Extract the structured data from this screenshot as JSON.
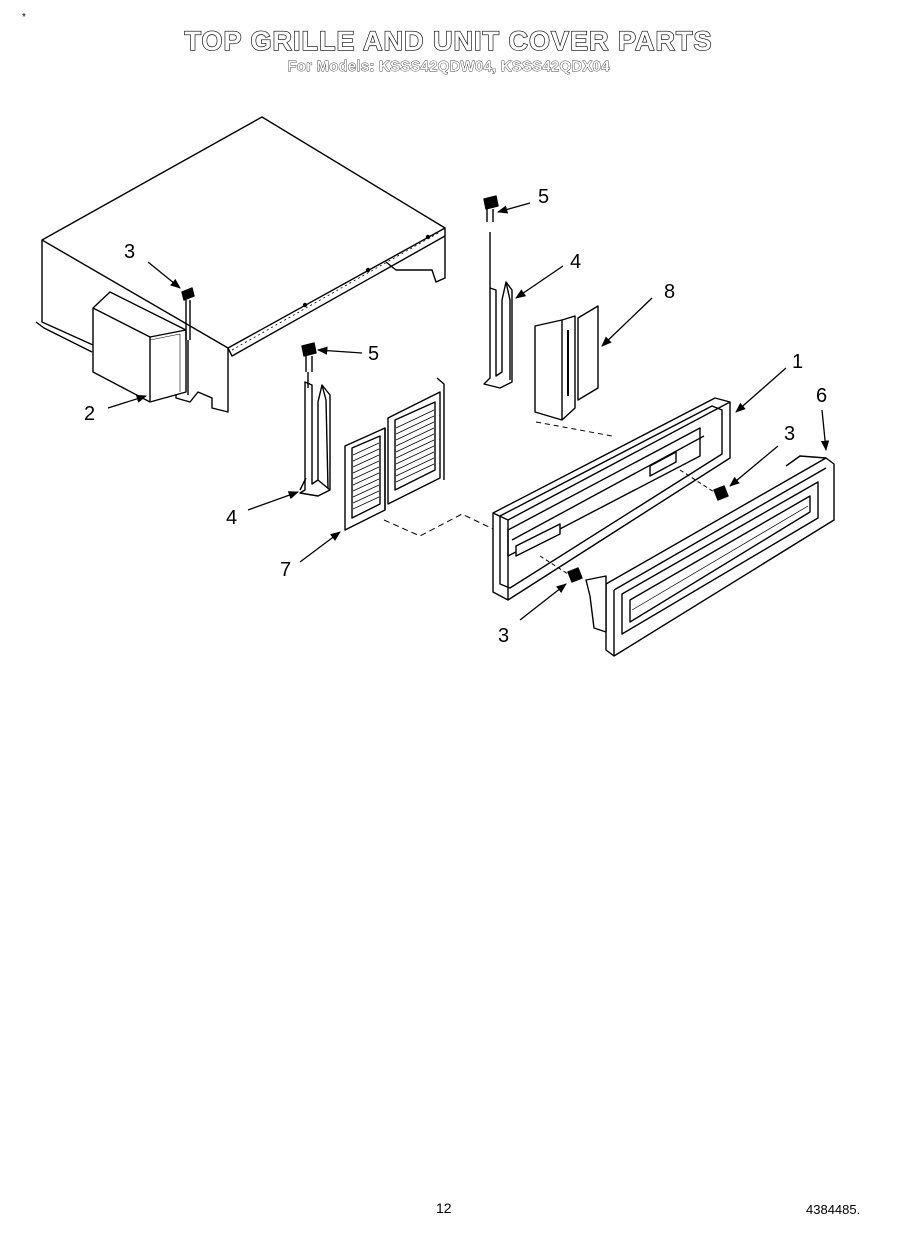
{
  "header": {
    "title": "TOP GRILLE AND UNIT COVER PARTS",
    "subtitle": "For Models: KSSS42QDW04, KSSS42QDX04",
    "corner_mark": "*"
  },
  "callouts": {
    "c1": "1",
    "c2": "2",
    "c3_top": "3",
    "c3_right": "3",
    "c3_bottom": "3",
    "c4_left": "4",
    "c4_right": "4",
    "c5_left": "5",
    "c5_top": "5",
    "c6": "6",
    "c7": "7",
    "c8": "8"
  },
  "footer": {
    "page_number": "12",
    "document_number": "4384485."
  }
}
